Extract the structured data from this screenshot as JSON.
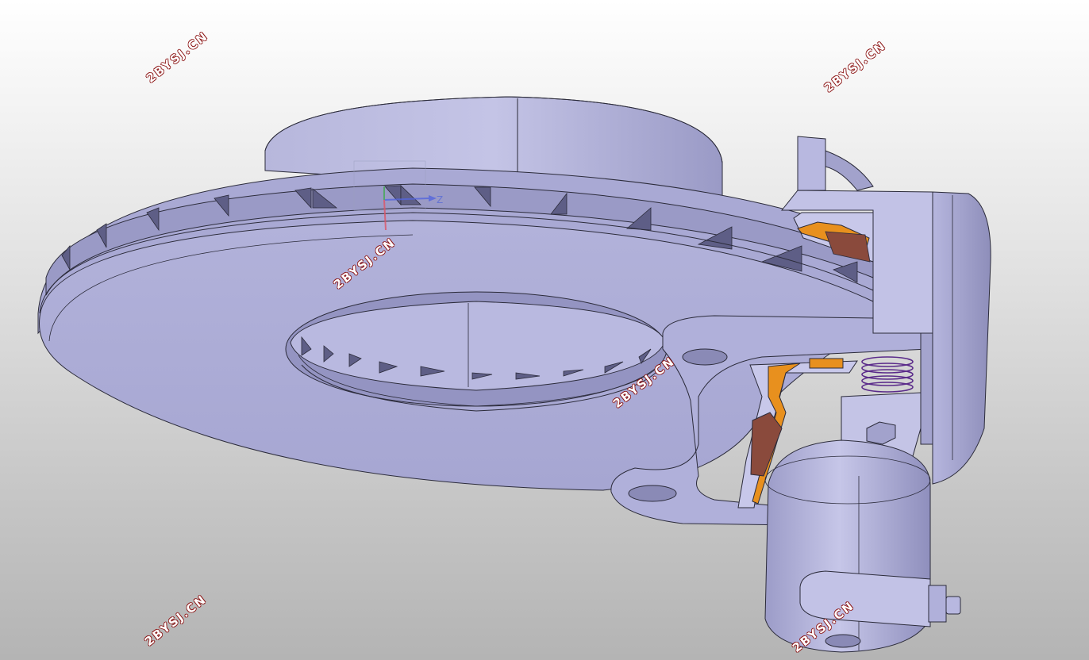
{
  "viewport": {
    "background_top": "#ffffff",
    "background_bottom": "#b4b4b4"
  },
  "model": {
    "body_color": "#acacd6",
    "body_dark": "#8a8ab6",
    "edge_color": "#2b2b3a",
    "pad_color": "#e8901e",
    "friction_color": "#8a4a3c",
    "spring_color": "#5a2a8a"
  },
  "axis_triad": {
    "z_label": "Z",
    "x_color": "#5566dd",
    "y_color": "#44aa55",
    "z_color": "#dd5566"
  },
  "watermarks": [
    "2BYSJ.CN",
    "2BYSJ.CN",
    "2BYSJ.CN",
    "2BYSJ.CN",
    "2BYSJ.CN",
    "2BYSJ.CN"
  ]
}
